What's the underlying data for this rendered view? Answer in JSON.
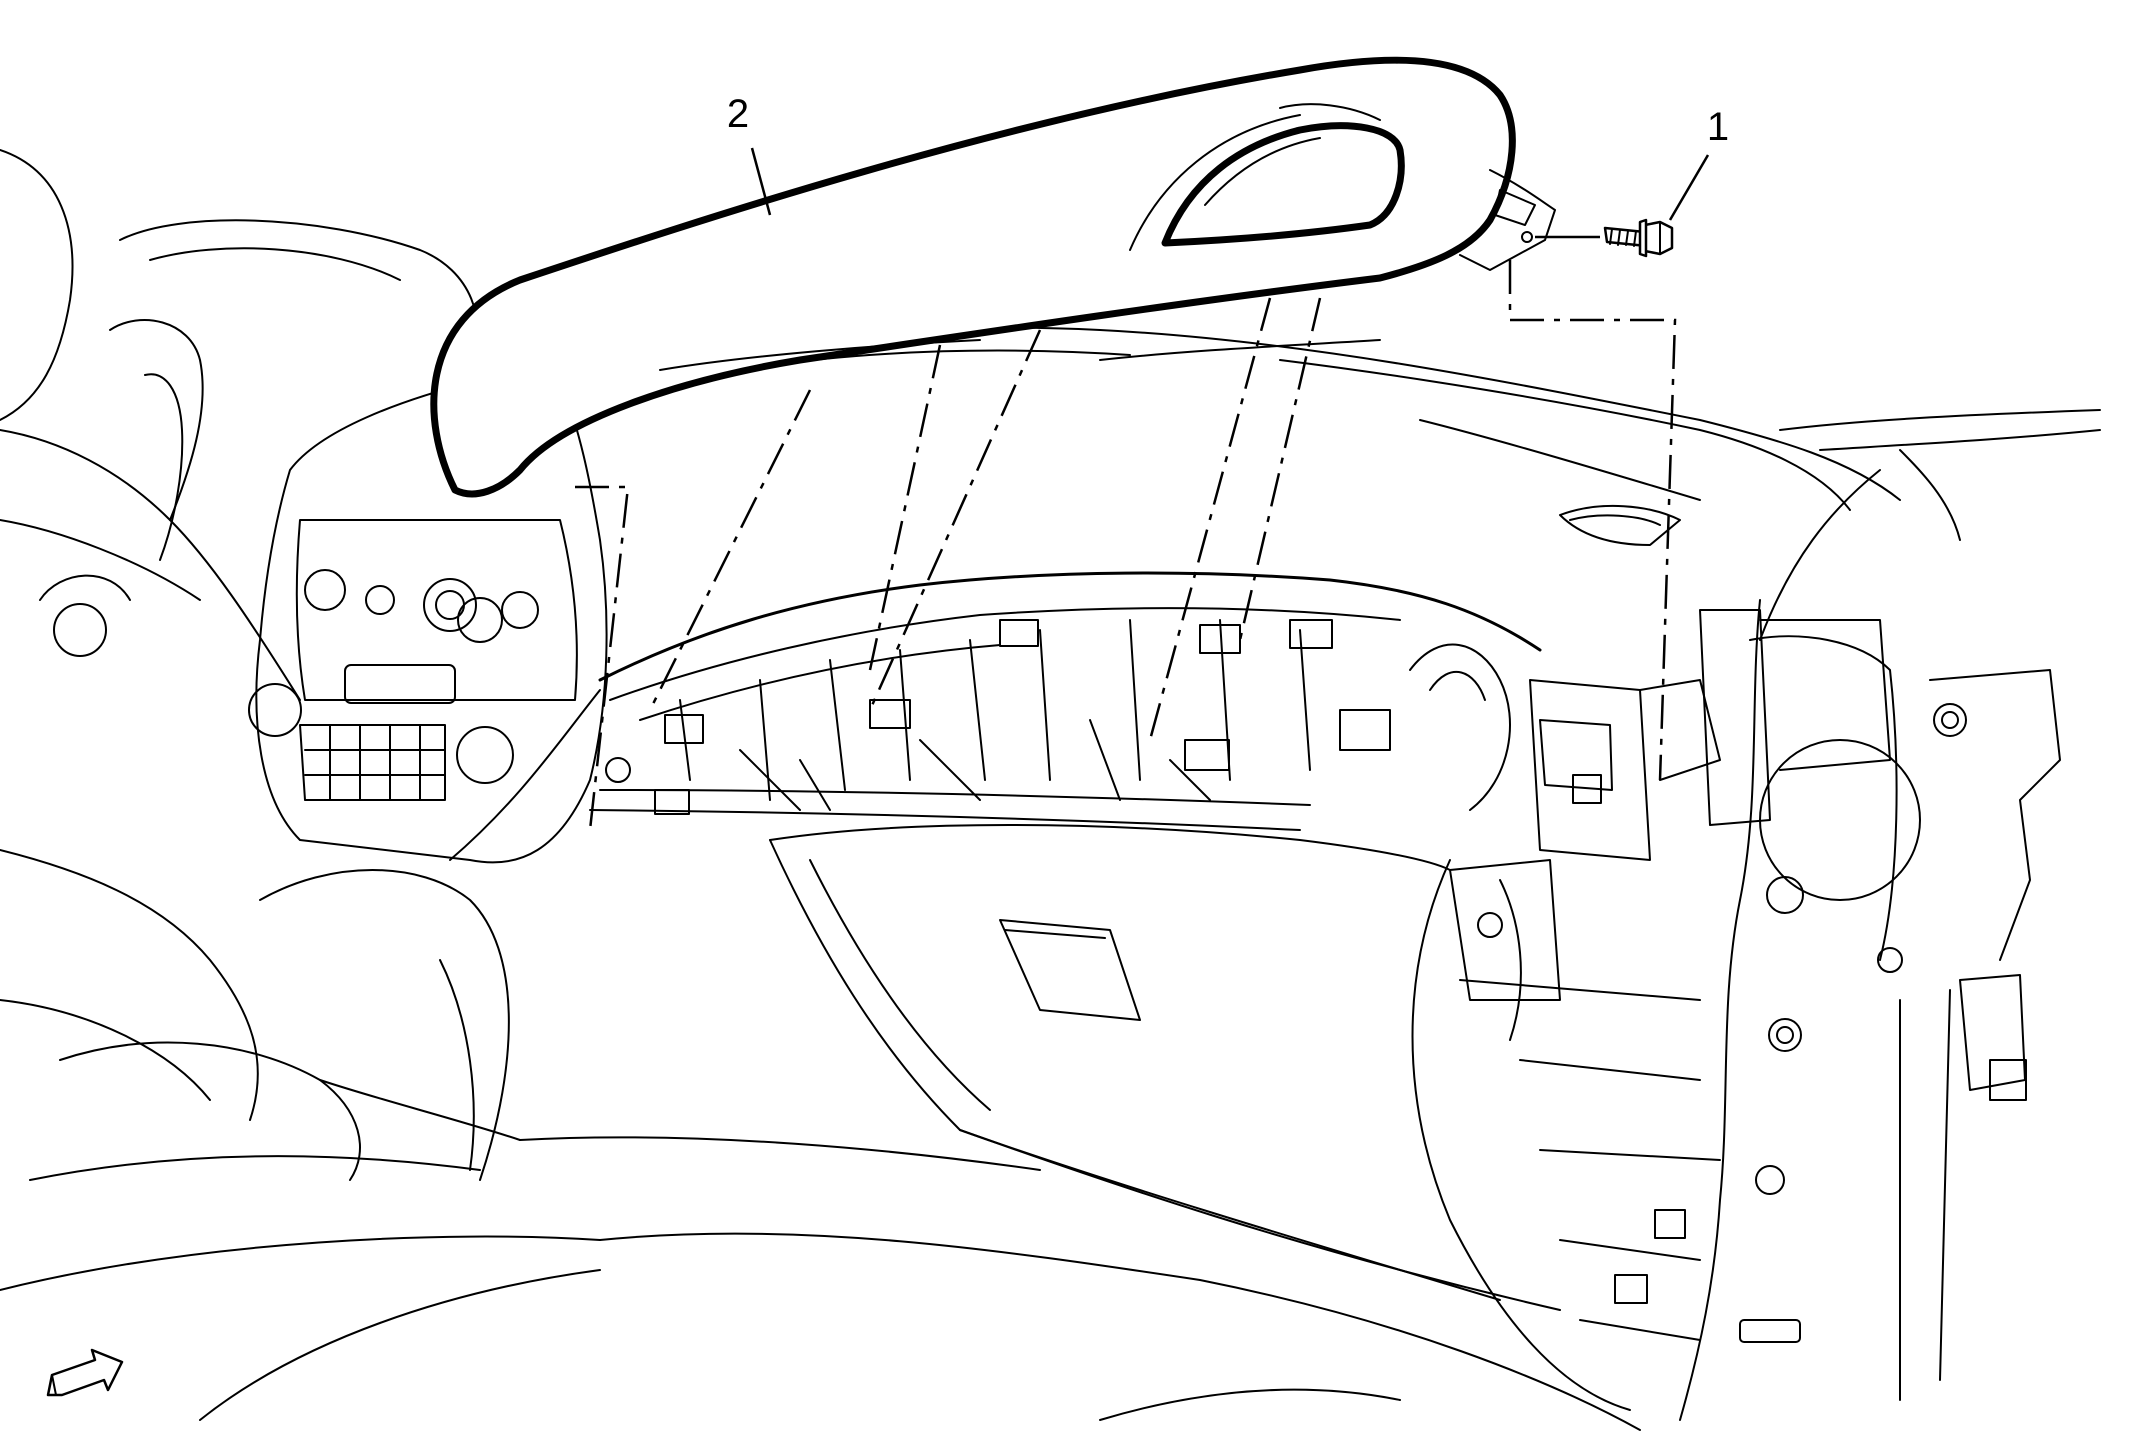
{
  "callouts": [
    {
      "id": "1",
      "label": "1"
    },
    {
      "id": "2",
      "label": "2"
    }
  ],
  "icons": {
    "view_arrow": "view-direction-arrow-icon"
  },
  "colors": {
    "line": "#000000",
    "background": "#ffffff"
  }
}
